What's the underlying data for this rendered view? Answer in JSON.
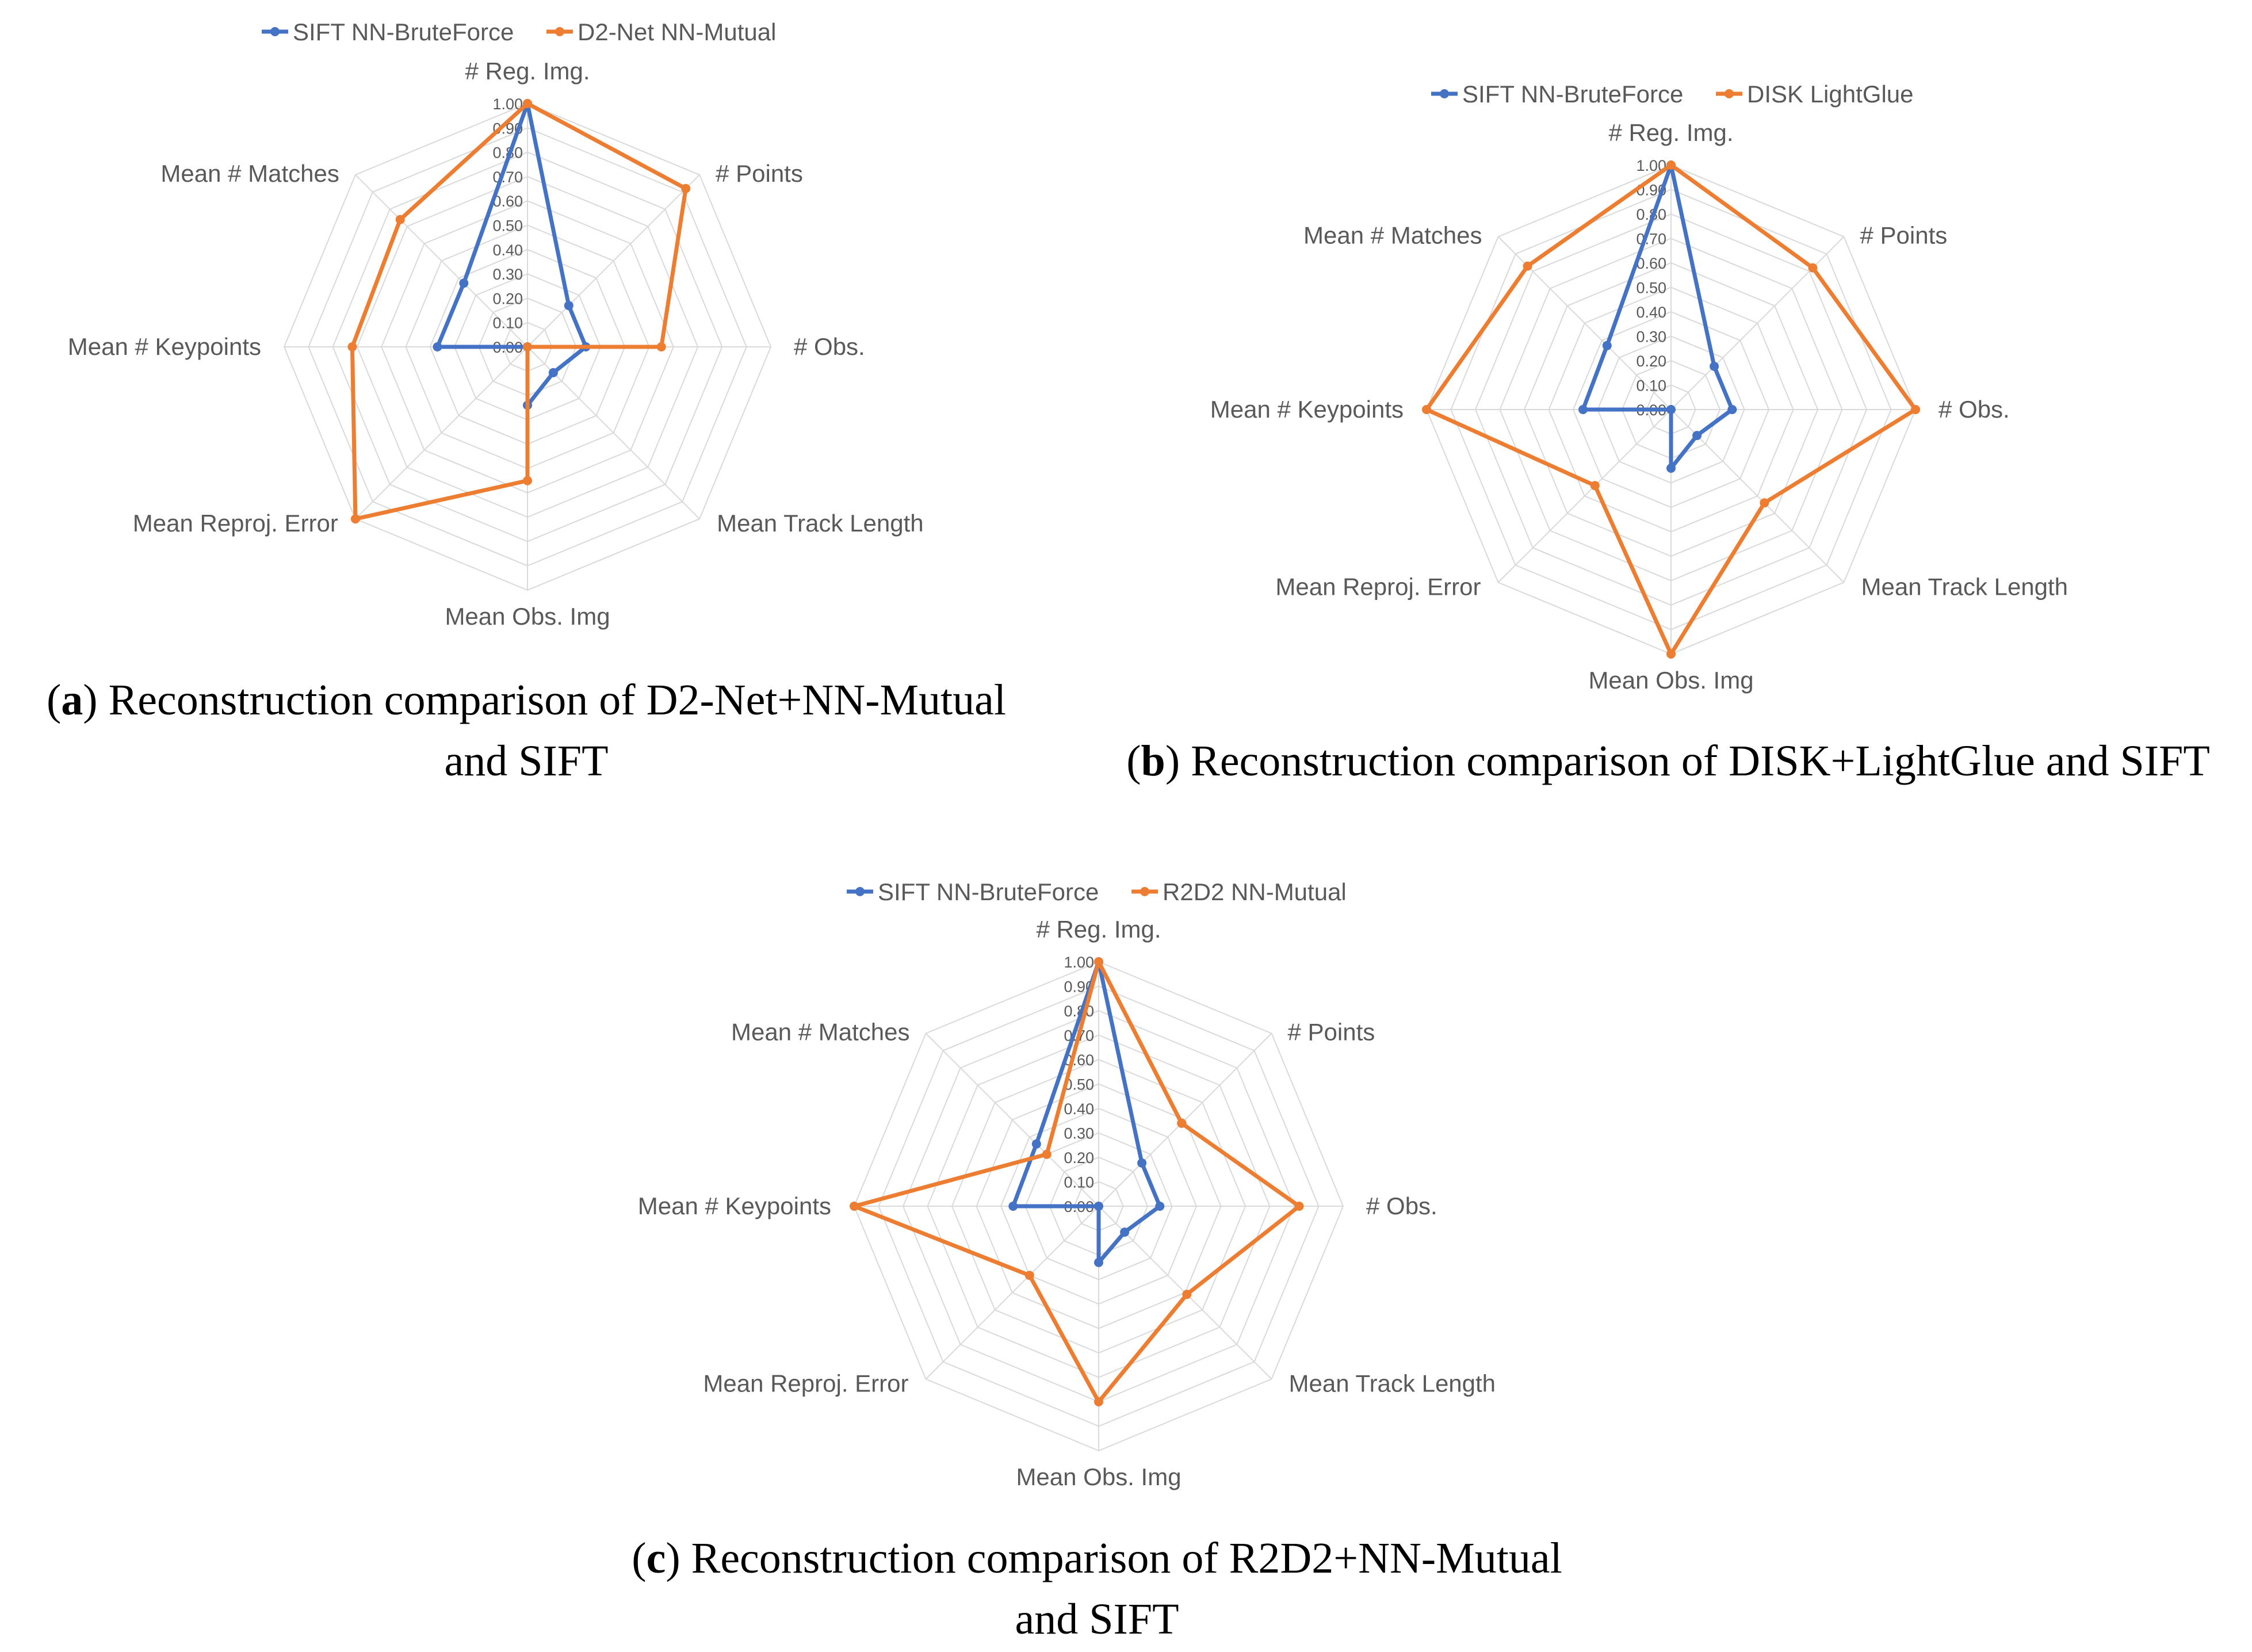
{
  "colors": {
    "sift": "#4472C4",
    "other": "#ED7D31",
    "grid": "#D9D9D9",
    "text": "#595959"
  },
  "axes": [
    "# Reg. Img.",
    "# Points",
    "# Obs.",
    "Mean Track Length",
    "Mean Obs. Img",
    "Mean Reproj. Error",
    "Mean # Keypoints",
    "Mean # Matches"
  ],
  "ticks": [
    "0.00",
    "0.10",
    "0.20",
    "0.30",
    "0.40",
    "0.50",
    "0.60",
    "0.70",
    "0.80",
    "0.90",
    "1.00"
  ],
  "chart_data": [
    {
      "type": "radar",
      "caption_letter": "a",
      "caption_line1": ") Reconstruction comparison of D2-Net+NN-Mutual",
      "caption_line2": "and SIFT",
      "categories": [
        "# Reg. Img.",
        "# Points",
        "# Obs.",
        "Mean Track Length",
        "Mean Obs. Img",
        "Mean Reproj. Error",
        "Mean # Keypoints",
        "Mean # Matches"
      ],
      "rlim": [
        0,
        1
      ],
      "legend_position": "top",
      "series": [
        {
          "name": "SIFT NN-BruteForce",
          "values": [
            1.0,
            0.24,
            0.24,
            0.15,
            0.24,
            0.0,
            0.37,
            0.37
          ]
        },
        {
          "name": "D2-Net NN-Mutual",
          "values": [
            1.0,
            0.92,
            0.55,
            0.0,
            0.55,
            1.0,
            0.72,
            0.74
          ]
        }
      ]
    },
    {
      "type": "radar",
      "caption_letter": "b",
      "caption_line1": ") Reconstruction comparison of DISK+LightGlue and SIFT",
      "caption_line2": "",
      "categories": [
        "# Reg. Img.",
        "# Points",
        "# Obs.",
        "Mean Track Length",
        "Mean Obs. Img",
        "Mean Reproj. Error",
        "Mean # Keypoints",
        "Mean # Matches"
      ],
      "rlim": [
        0,
        1
      ],
      "legend_position": "top",
      "series": [
        {
          "name": "SIFT NN-BruteForce",
          "values": [
            1.0,
            0.25,
            0.25,
            0.15,
            0.24,
            0.0,
            0.36,
            0.37
          ]
        },
        {
          "name": "DISK LightGlue",
          "values": [
            1.0,
            0.82,
            1.0,
            0.54,
            1.0,
            0.44,
            1.0,
            0.83
          ]
        }
      ]
    },
    {
      "type": "radar",
      "caption_letter": "c",
      "caption_line1": ") Reconstruction comparison of R2D2+NN-Mutual",
      "caption_line2": "and SIFT",
      "categories": [
        "# Reg. Img.",
        "# Points",
        "# Obs.",
        "Mean Track Length",
        "Mean Obs. Img",
        "Mean Reproj. Error",
        "Mean # Keypoints",
        "Mean # Matches"
      ],
      "rlim": [
        0,
        1
      ],
      "legend_position": "top",
      "series": [
        {
          "name": "SIFT NN-BruteForce",
          "values": [
            1.0,
            0.25,
            0.25,
            0.15,
            0.23,
            0.0,
            0.35,
            0.36
          ]
        },
        {
          "name": "R2D2 NN-Mutual",
          "values": [
            1.0,
            0.48,
            0.82,
            0.51,
            0.8,
            0.4,
            1.0,
            0.3
          ]
        }
      ]
    }
  ]
}
